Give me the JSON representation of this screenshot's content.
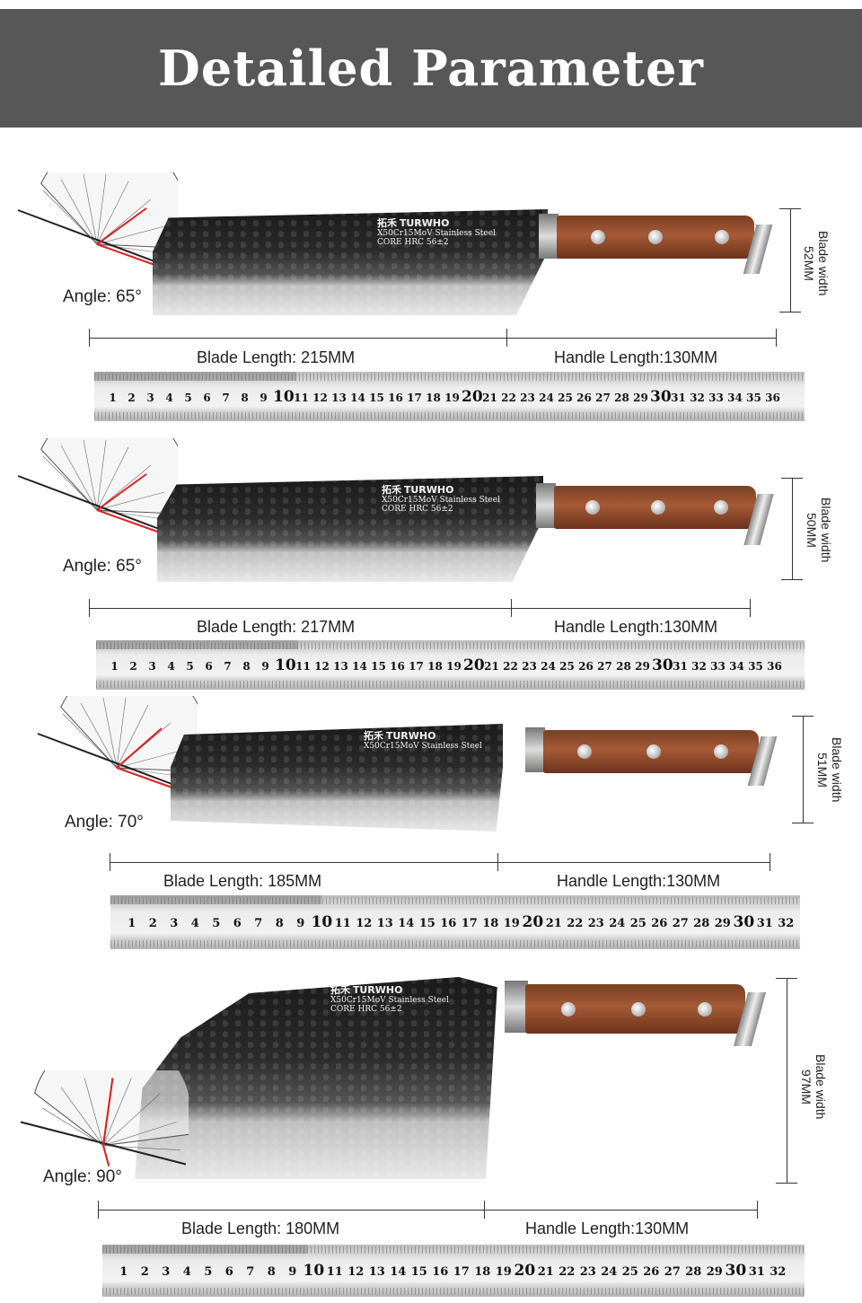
{
  "header": {
    "title": "Detailed Parameter",
    "bg_color": "#575757"
  },
  "brand": {
    "logo_cn": "拓禾",
    "logo_en": "TURWHO",
    "steel": "X50Cr15MoV Stainless Steel",
    "hardness": "CORE HRC 56±2"
  },
  "knives": [
    {
      "angle_label": "Angle: 65°",
      "blade_length_label": "Blade Length: 215MM",
      "handle_length_label": "Handle Length:130MM",
      "blade_width_label": "Blade width",
      "blade_width_value": "52MM",
      "ruler_numbers": [
        "1",
        "2",
        "3",
        "4",
        "5",
        "6",
        "7",
        "8",
        "9",
        "10",
        "11",
        "12",
        "13",
        "14",
        "15",
        "16",
        "17",
        "18",
        "19",
        "20",
        "21",
        "22",
        "23",
        "24",
        "25",
        "26",
        "27",
        "28",
        "29",
        "30",
        "31",
        "32",
        "33",
        "34",
        "35",
        "36"
      ]
    },
    {
      "angle_label": "Angle: 65°",
      "blade_length_label": "Blade Length: 217MM",
      "handle_length_label": "Handle Length:130MM",
      "blade_width_label": "Blade width",
      "blade_width_value": "50MM",
      "ruler_numbers": [
        "1",
        "2",
        "3",
        "4",
        "5",
        "6",
        "7",
        "8",
        "9",
        "10",
        "11",
        "12",
        "13",
        "14",
        "15",
        "16",
        "17",
        "18",
        "19",
        "20",
        "21",
        "22",
        "23",
        "24",
        "25",
        "26",
        "27",
        "28",
        "29",
        "30",
        "31",
        "32",
        "33",
        "34",
        "35",
        "36"
      ]
    },
    {
      "angle_label": "Angle: 70°",
      "blade_length_label": "Blade Length: 185MM",
      "handle_length_label": "Handle Length:130MM",
      "blade_width_label": "Blade width",
      "blade_width_value": "51MM",
      "ruler_numbers": [
        "1",
        "2",
        "3",
        "4",
        "5",
        "6",
        "7",
        "8",
        "9",
        "10",
        "11",
        "12",
        "13",
        "14",
        "15",
        "16",
        "17",
        "18",
        "19",
        "20",
        "21",
        "22",
        "23",
        "24",
        "25",
        "26",
        "27",
        "28",
        "29",
        "30",
        "31",
        "32"
      ]
    },
    {
      "angle_label": "Angle: 90°",
      "blade_length_label": "Blade Length: 180MM",
      "handle_length_label": "Handle Length:130MM",
      "blade_width_label": "Blade width",
      "blade_width_value": "97MM",
      "ruler_numbers": [
        "1",
        "2",
        "3",
        "4",
        "5",
        "6",
        "7",
        "8",
        "9",
        "10",
        "11",
        "12",
        "13",
        "14",
        "15",
        "16",
        "17",
        "18",
        "19",
        "20",
        "21",
        "22",
        "23",
        "24",
        "25",
        "26",
        "27",
        "28",
        "29",
        "30",
        "31",
        "32"
      ]
    }
  ],
  "ruler": {
    "unit": "cm"
  }
}
